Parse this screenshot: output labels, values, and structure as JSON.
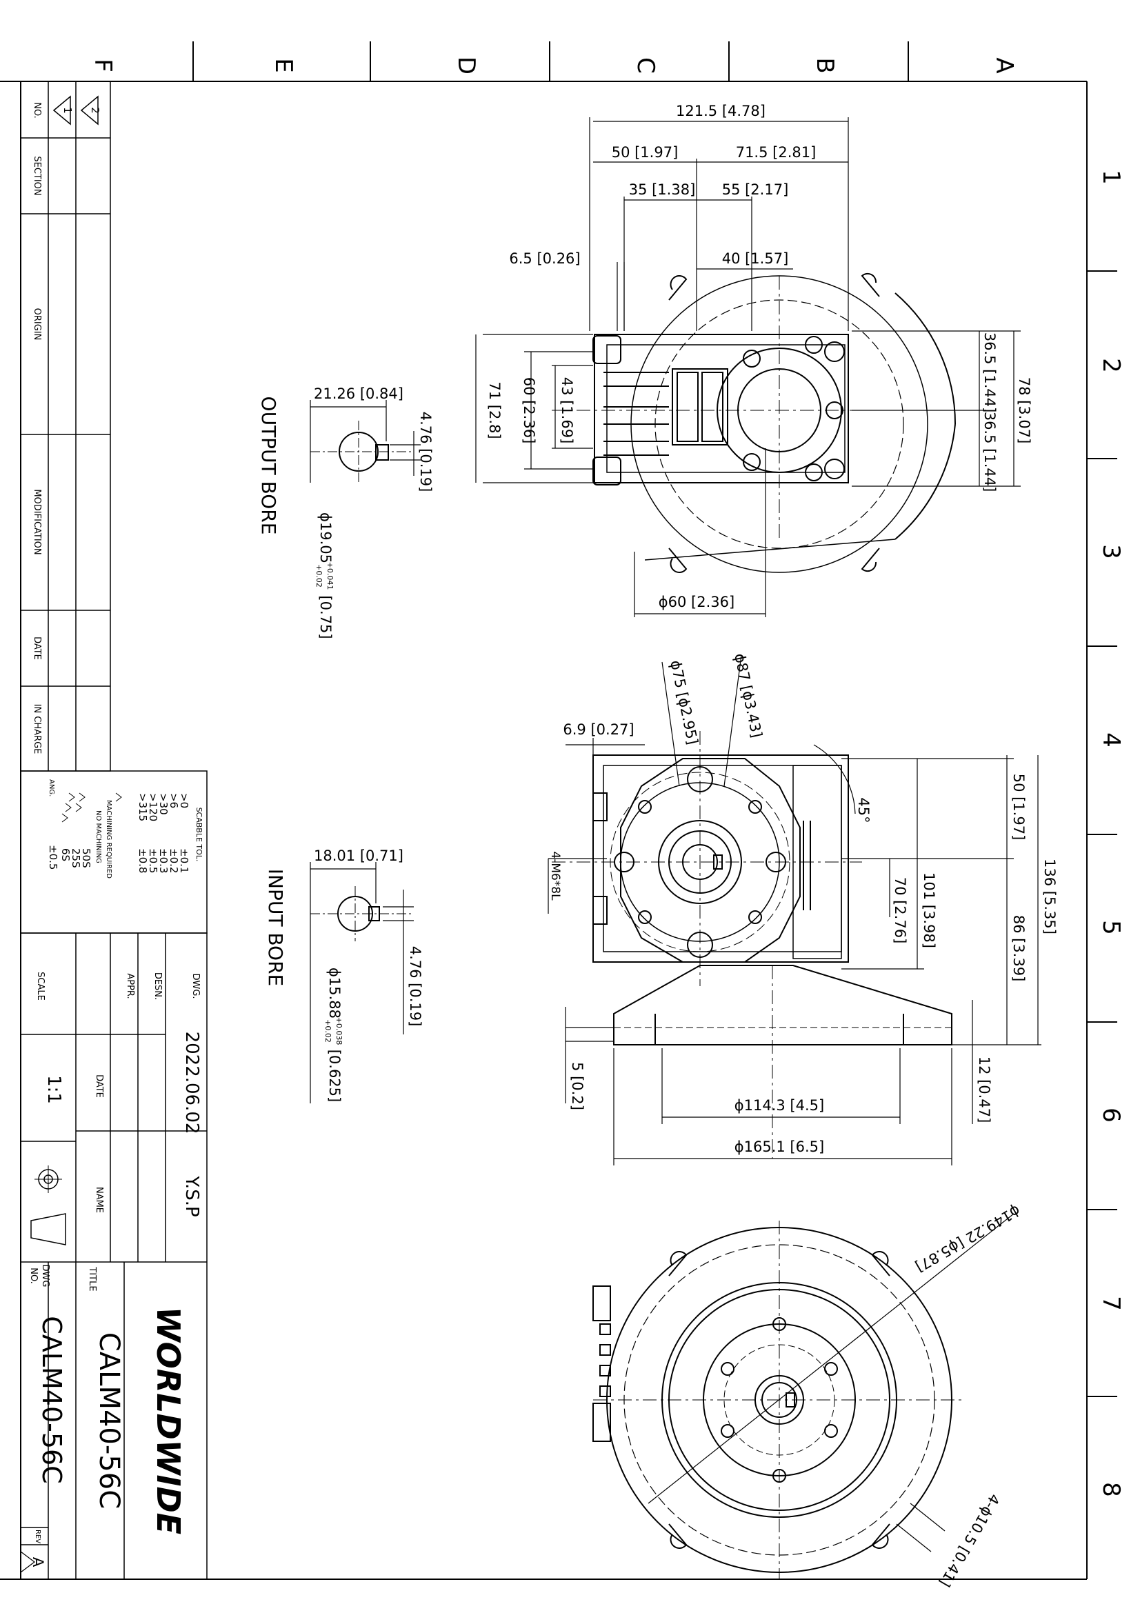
{
  "zones": {
    "letters": [
      "F",
      "E",
      "D",
      "C",
      "B",
      "A"
    ],
    "numbers": [
      "1",
      "2",
      "3",
      "4",
      "5",
      "6",
      "7",
      "8"
    ]
  },
  "output_bore": {
    "label": "OUTPUT BORE",
    "width": "21.26 [0.84]",
    "key": "4.76 [0.19]",
    "diameter_main": "ϕ19.05",
    "diameter_tol_upper": "+0.041",
    "diameter_tol_lower": "+0.02",
    "diameter_inch": "[0.75]"
  },
  "input_bore": {
    "label": "INPUT BORE",
    "width": "18.01 [0.71]",
    "key": "4.76 [0.19]",
    "diameter_main": "ϕ15.88",
    "diameter_tol_upper": "+0.038",
    "diameter_tol_lower": "+0.02",
    "diameter_inch": "[0.625]"
  },
  "top_view": {
    "d_121": "121.5 [4.78]",
    "d_50": "50 [1.97]",
    "d_715": "71.5 [2.81]",
    "d_35": "35 [1.38]",
    "d_55": "55 [2.17]",
    "d_65": "6.5 [0.26]",
    "d_40": "40 [1.57]",
    "d_71": "71 [2.8]",
    "d_60v": "60 [2.36]",
    "d_43": "43 [1.69]",
    "d_365a": "36.5 [1.44]",
    "d_365b": "36.5 [1.44]",
    "d_78": "78 [3.07]",
    "d_phi60": "ϕ60 [2.36]"
  },
  "side_view": {
    "d_phi75": "ϕ75 [ϕ2.95]",
    "d_phi87": "ϕ87 [ϕ3.43]",
    "d_69": "6.9 [0.27]",
    "d_45": "45°",
    "d_m6": "4-M6*8L",
    "d_50": "50 [1.97]",
    "d_136": "136 [5.35]",
    "d_86": "86 [3.39]",
    "d_70": "70 [2.76]",
    "d_101": "101 [3.98]",
    "d_5": "5 [0.2]",
    "d_12": "12 [0.47]",
    "d_phi114": "ϕ114.3 [4.5]",
    "d_phi165": "ϕ165.1 [6.5]"
  },
  "bottom_view": {
    "d_phi149": "ϕ149.22 [ϕ5.87]",
    "d_holes": "4-ϕ10.5 [0.41]"
  },
  "revision_table": {
    "headers": [
      "NO.",
      "SECTION",
      "ORIGIN",
      "MODIFICATION",
      "DATE",
      "IN CHARGE"
    ],
    "rev_marks": [
      "1",
      "2"
    ]
  },
  "tolerance": {
    "title": "SCABBLE TOL.",
    "rows": [
      [
        ">0",
        "±0.1"
      ],
      [
        ">6",
        "±0.2"
      ],
      [
        ">30",
        "±0.3"
      ],
      [
        ">120",
        "±0.5"
      ],
      [
        ">315",
        "±0.8"
      ]
    ],
    "machining_required": "MACHINING REQUIRED",
    "no_machining": "NO MACHINING",
    "finish_rows": [
      "50S",
      "25S",
      "6S"
    ],
    "ang_label": "ANG.",
    "ang_value": "±0.5"
  },
  "title_block": {
    "dwg_label": "DWG.",
    "dwg_date": "2022.06.02",
    "dwg_name": "Y.S.P",
    "desn_label": "DESN.",
    "appr_label": "APPR.",
    "date_label": "DATE",
    "name_label": "NAME",
    "scale_label": "SCALE",
    "scale_value": "1:1",
    "company": "WORLDWIDE",
    "title_label": "TITLE",
    "title_value": "CALM40-56C",
    "dwgno_label1": "DWG",
    "dwgno_label2": "NO.",
    "dwgno_value": "CALM40-56C",
    "rev_label": "REV",
    "rev_value": "A"
  }
}
